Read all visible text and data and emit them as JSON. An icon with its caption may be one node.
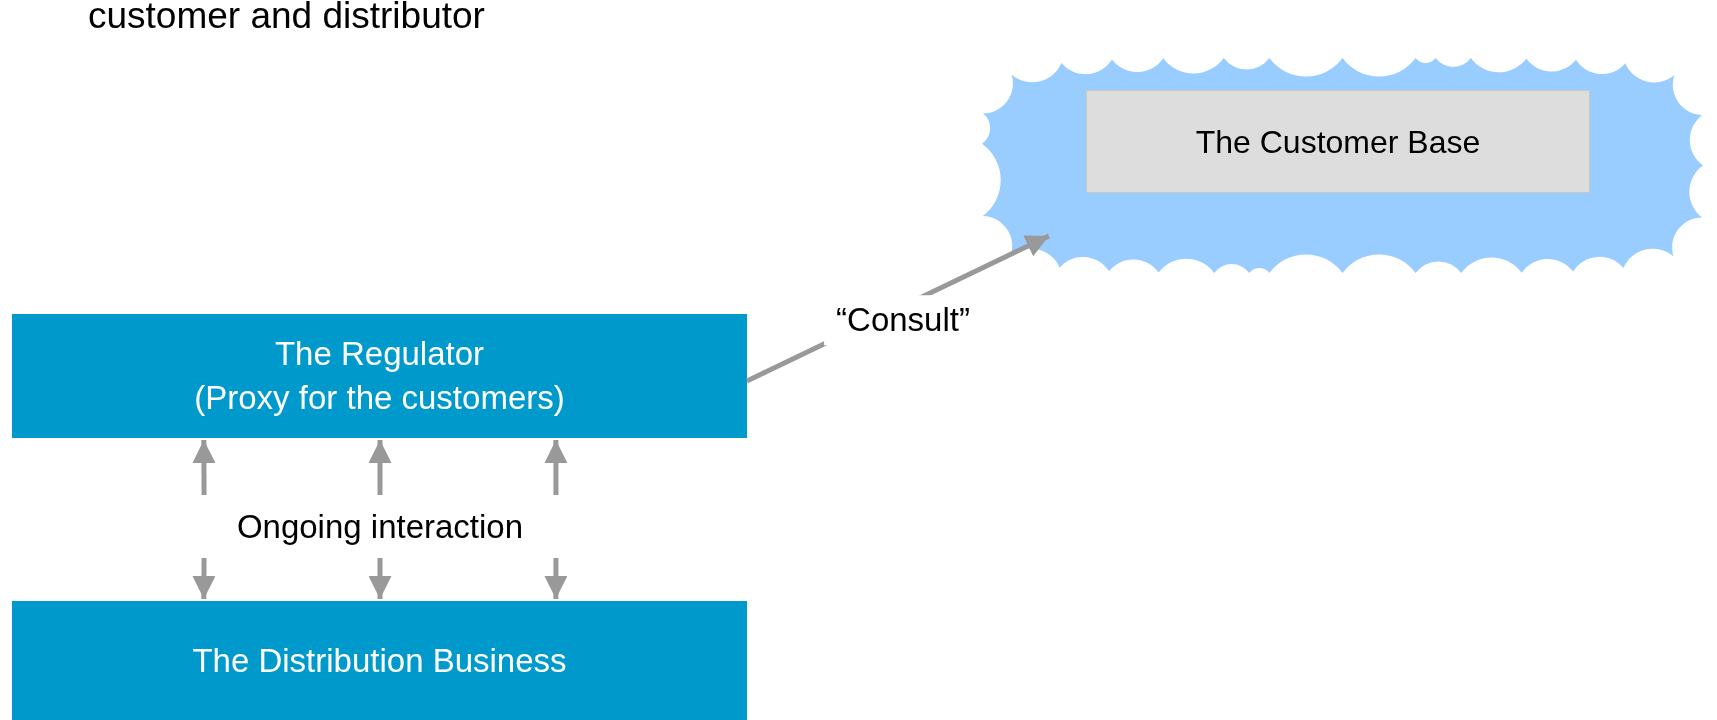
{
  "diagram": {
    "title": "customer and distributor",
    "nodes": [
      {
        "text": [
          "The Regulator",
          "(Proxy for the customers)"
        ]
      },
      {
        "text": [
          "Ongoing interaction"
        ]
      },
      {
        "text": [
          "The Distribution Business"
        ]
      },
      {
        "text": [],
        "shape": "cloud"
      },
      {
        "text": [
          "The Customer Base"
        ],
        "in": 3
      }
    ],
    "edges": [
      {
        "from": 1,
        "to": 0,
        "arrow": "to"
      },
      {
        "from": 1,
        "to": 0,
        "arrow": "to"
      },
      {
        "from": 1,
        "to": 0,
        "arrow": "to"
      },
      {
        "from": 1,
        "to": 2,
        "arrow": "to"
      },
      {
        "from": 1,
        "to": 2,
        "arrow": "to"
      },
      {
        "from": 1,
        "to": 2,
        "arrow": "to"
      },
      {
        "from": 0,
        "to": 3,
        "arrow": "to",
        "label": "“Consult”"
      }
    ]
  }
}
